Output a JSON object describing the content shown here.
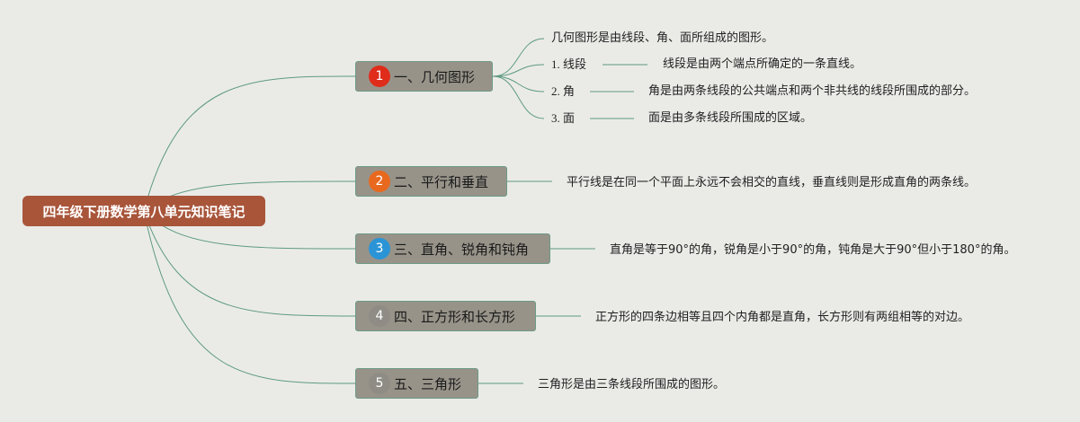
{
  "root": {
    "label": "四年级下册数学第八单元知识笔记",
    "color": "#a8553a"
  },
  "branches": [
    {
      "badge": "1",
      "badge_color": "#e02d1b",
      "label": "一、几何图形",
      "summary": "几何图形是由线段、角、面所组成的图形。",
      "subs": [
        {
          "label": "1. 线段",
          "detail": "线段是由两个端点所确定的一条直线。"
        },
        {
          "label": "2. 角",
          "detail": "角是由两条线段的公共端点和两个非共线的线段所围成的部分。"
        },
        {
          "label": "3. 面",
          "detail": "面是由多条线段所围成的区域。"
        }
      ]
    },
    {
      "badge": "2",
      "badge_color": "#e8691e",
      "label": "二、平行和垂直",
      "detail": "平行线是在同一个平面上永远不会相交的直线，垂直线则是形成直角的两条线。"
    },
    {
      "badge": "3",
      "badge_color": "#2a94d6",
      "label": "三、直角、锐角和钝角",
      "detail": "直角是等于90°的角，锐角是小于90°的角，钝角是大于90°但小于180°的角。"
    },
    {
      "badge": "4",
      "badge_color": "#8f8c86",
      "label": "四、正方形和长方形",
      "detail": "正方形的四条边相等且四个内角都是直角，长方形则有两组相等的对边。"
    },
    {
      "badge": "5",
      "badge_color": "#8f8c86",
      "label": "五、三角形",
      "detail": "三角形是由三条线段所围成的图形。"
    }
  ],
  "colors": {
    "background": "#eaebe7",
    "node": "#979389",
    "line": "#5f9a82"
  }
}
